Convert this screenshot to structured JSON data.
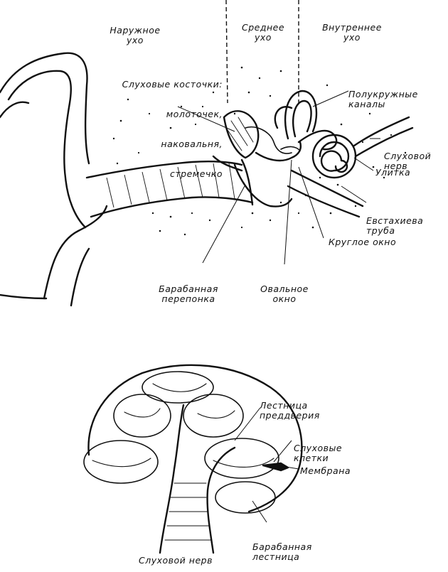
{
  "top_diagram": {
    "sections": {
      "outer": [
        "Наружное",
        "ухо"
      ],
      "middle": [
        "Среднее",
        "ухо"
      ],
      "inner": [
        "Внутреннее",
        "ухо"
      ]
    },
    "ossicles": [
      "Слуховые косточки:",
      "молоточек,",
      "наковальня,",
      "стремечко"
    ],
    "semicircular": [
      "Полукружные",
      "каналы"
    ],
    "auditory_nerve": [
      "Слуховой",
      "нерв"
    ],
    "cochlea": "Улитка",
    "eustachian": [
      "Евстахиева",
      "труба"
    ],
    "round_window": "Круглое окно",
    "eardrum": [
      "Барабанная",
      "перепонка"
    ],
    "oval_window": [
      "Овальное",
      "окно"
    ]
  },
  "bottom_diagram": {
    "scala_vestibuli": [
      "Лестница",
      "преддверия"
    ],
    "hair_cells": [
      "Слуховые",
      "клетки"
    ],
    "membrane": "Мембрана",
    "scala_tympani": [
      "Барабанная",
      "лестница"
    ],
    "nerve": "Слуховой нерв"
  }
}
